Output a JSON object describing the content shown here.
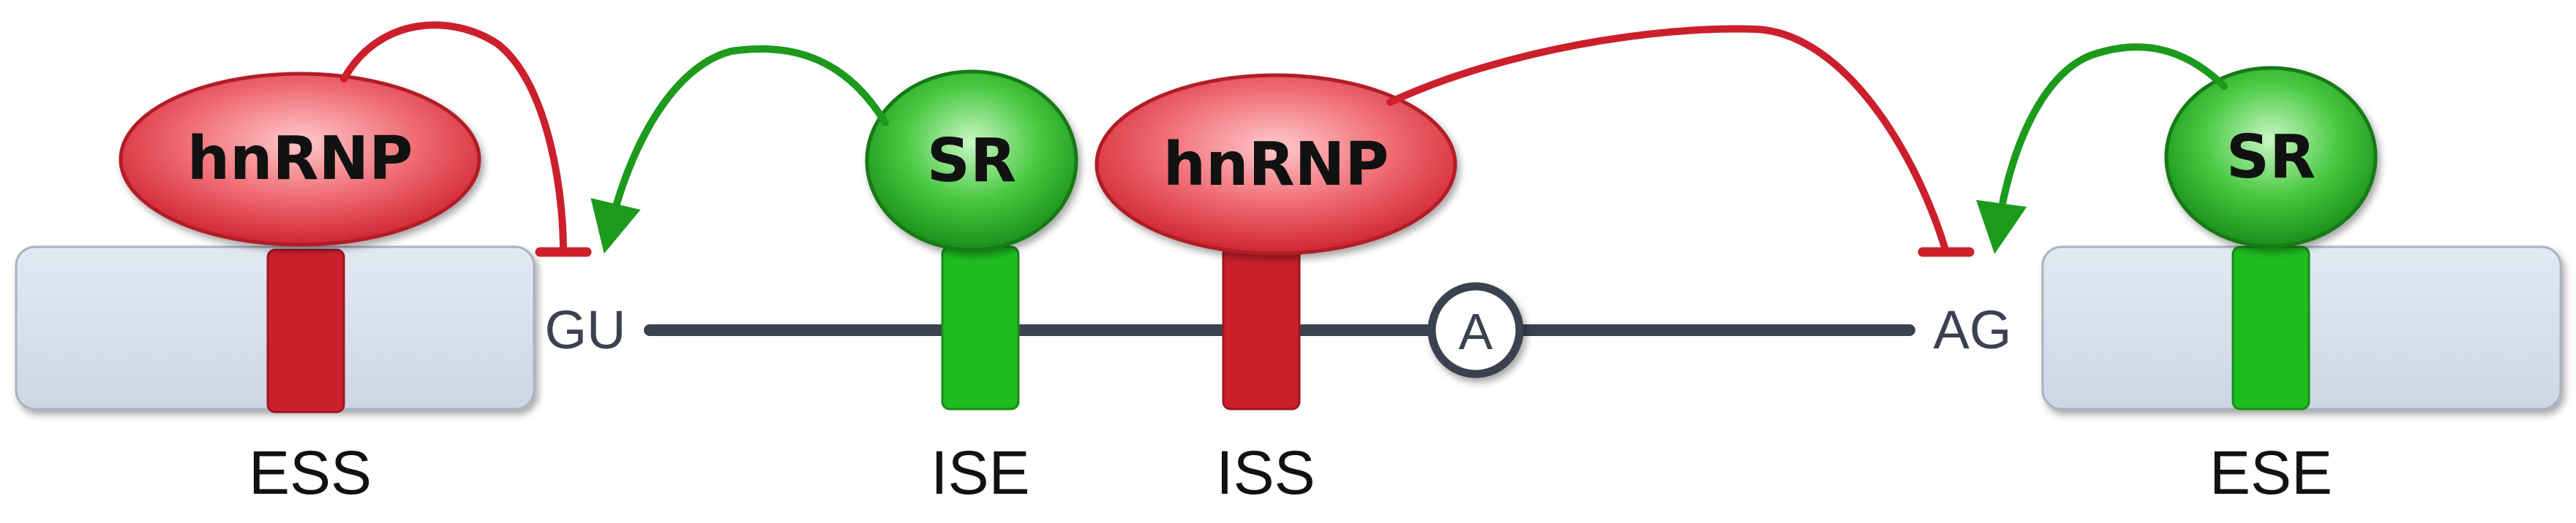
{
  "splice_sites": {
    "donor": "GU",
    "acceptor": "AG",
    "branch_point": "A"
  },
  "proteins": {
    "hnrnp_left": "hnRNP",
    "sr_intron": "SR",
    "hnrnp_intron": "hnRNP",
    "sr_right": "SR"
  },
  "elements": {
    "ess": "ESS",
    "ise": "ISE",
    "iss": "ISS",
    "ese": "ESE"
  },
  "colors": {
    "exon_fill": "#d6deeb",
    "intron_line": "#3a4250",
    "repressor": "#cc1f2c",
    "activator": "#1c9a1c",
    "hnrnp_fill": "#e34b55",
    "sr_fill": "#2fb82f"
  }
}
